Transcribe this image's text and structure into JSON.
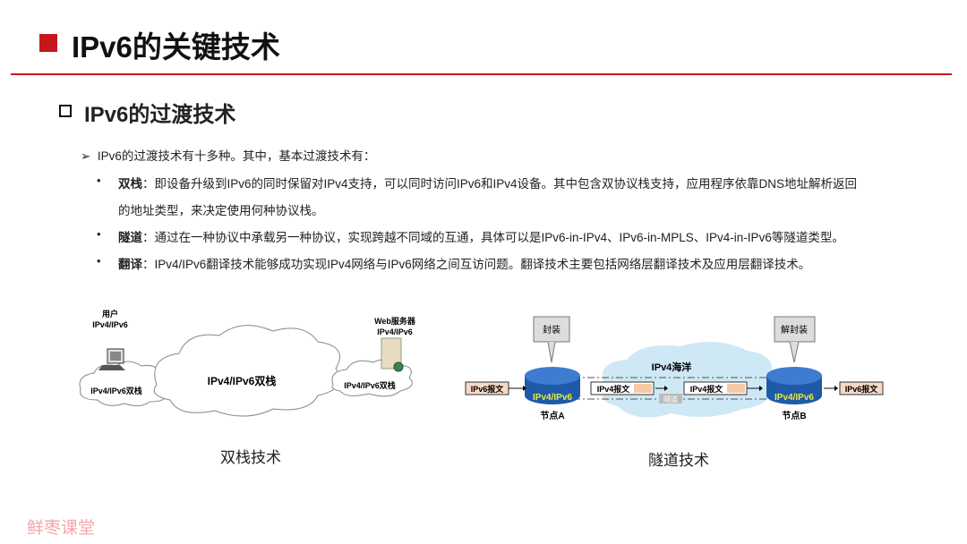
{
  "title": "IPv6的关键技术",
  "subtitle": "IPv6的过渡技术",
  "intro": "IPv6的过渡技术有十多种。其中，基本过渡技术有：",
  "items": [
    {
      "term": "双栈",
      "colon": "：",
      "text": "即设备升级到IPv6的同时保留对IPv4支持，可以同时访问IPv6和IPv4设备。其中包含双协议栈支持，应用程序依靠DNS地址解析返回",
      "text2": "的地址类型，来决定使用何种协议栈。"
    },
    {
      "term": "隧道",
      "colon": "：",
      "text": "通过在一种协议中承载另一种协议，实现跨越不同域的互通，具体可以是IPv6-in-IPv4、IPv6-in-MPLS、IPv4-in-IPv6等隧道类型。"
    },
    {
      "term": "翻译",
      "colon": "：",
      "text": "IPv4/IPv6翻译技术能够成功实现IPv4网络与IPv6网络之间互访问题。翻译技术主要包括网络层翻译技术及应用层翻译技术。"
    }
  ],
  "dual_stack_diagram": {
    "user_label": "用户",
    "user_proto": "IPv4/IPv6",
    "left_cloud": "IPv4/IPv6双栈",
    "center_cloud": "IPv4/IPv6双栈",
    "right_cloud": "IPv4/IPv6双栈",
    "server_label": "Web服务器",
    "server_proto": "IPv4/IPv6",
    "caption": "双栈技术"
  },
  "tunnel_diagram": {
    "encap": "封装",
    "decap": "解封装",
    "ocean": "IPv4海洋",
    "ipv6_in": "IPv6报文",
    "ipv6_out": "IPv6报文",
    "ipv4_pkt1": "IPv4报文",
    "ipv4_pkt2": "IPv4报文",
    "tunnel": "隧道",
    "router_label": "IPv4/IPv6",
    "node_a": "节点A",
    "node_b": "节点B",
    "caption": "隧道技术"
  },
  "watermark": "鲜枣课堂",
  "colors": {
    "accent": "#c8161d"
  }
}
